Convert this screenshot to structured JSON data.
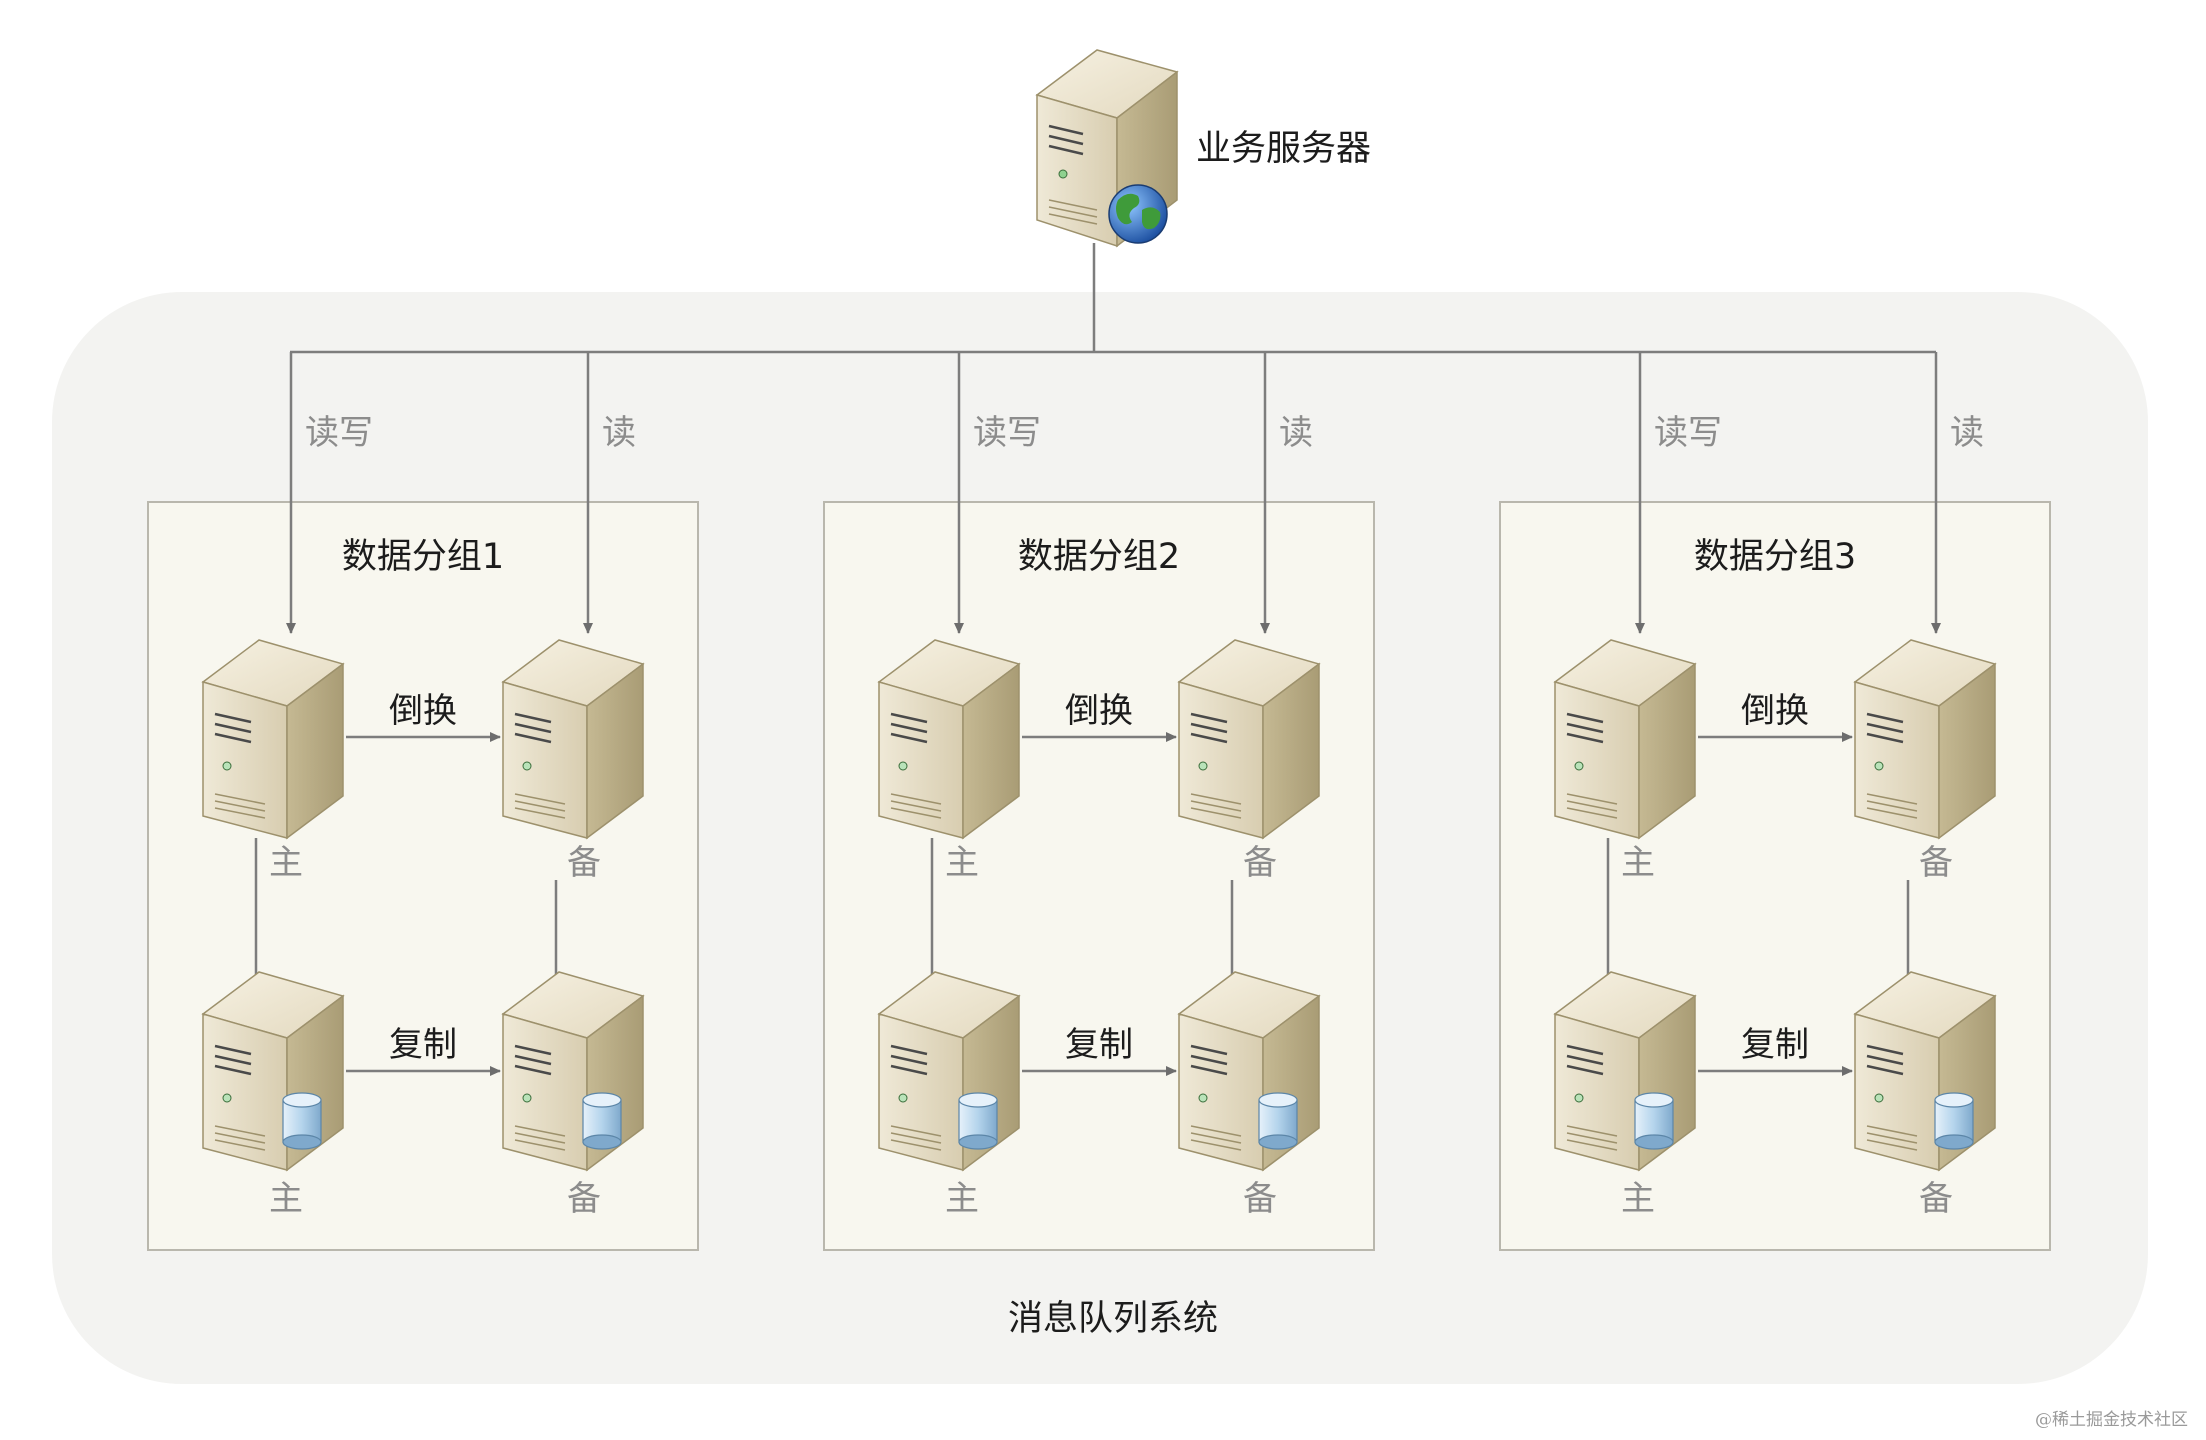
{
  "top_server": {
    "label": "业务服务器",
    "icon": "web-server-globe-icon"
  },
  "system": {
    "label": "消息队列系统"
  },
  "edges": {
    "read_write": "读写",
    "read": "读",
    "failover": "倒换",
    "replicate": "复制"
  },
  "roles": {
    "primary": "主",
    "standby": "备"
  },
  "groups": [
    {
      "title": "数据分组1"
    },
    {
      "title": "数据分组2"
    },
    {
      "title": "数据分组3"
    }
  ],
  "watermark": "@稀土掘金技术社区",
  "colors": {
    "outer_container": "#f3f3f1",
    "group_box": "#f8f7ef",
    "group_border": "#b9b7ad",
    "connector": "#7d7d7d",
    "server_body": "#d9cfb3",
    "database_icon": "#a9cde8"
  }
}
